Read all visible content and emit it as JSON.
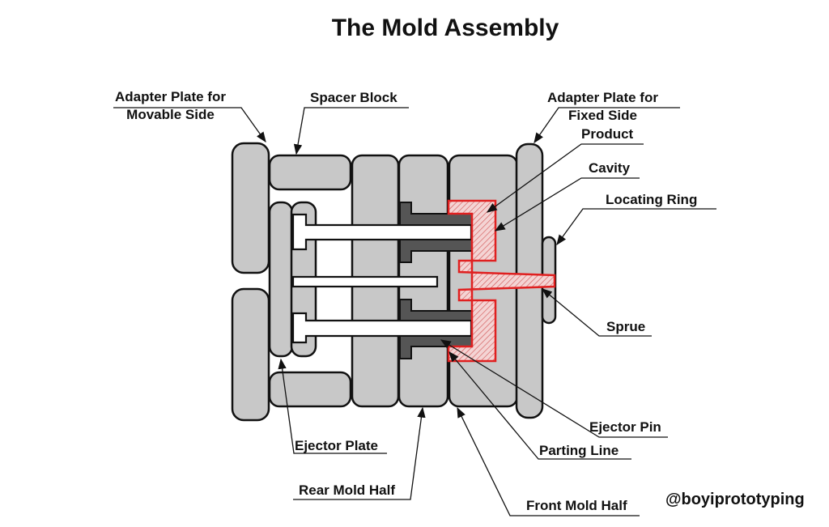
{
  "title": "The Mold Assembly",
  "labels": {
    "adapter_movable": [
      "Adapter Plate for",
      "Movable Side"
    ],
    "spacer_block": "Spacer Block",
    "adapter_fixed": [
      "Adapter Plate for",
      "Fixed Side"
    ],
    "product": "Product",
    "cavity": "Cavity",
    "locating_ring": "Locating Ring",
    "sprue": "Sprue",
    "ejector_pin": "Ejector Pin",
    "parting_line": "Parting Line",
    "ejector_plate": "Ejector Plate",
    "rear_mold_half": "Rear Mold Half",
    "front_mold_half": "Front Mold Half"
  },
  "watermark": "@boyiprototyping",
  "colors": {
    "plate": "#c8c8c8",
    "core": "#555555",
    "cavity": "#e02020",
    "outline": "#111111"
  }
}
